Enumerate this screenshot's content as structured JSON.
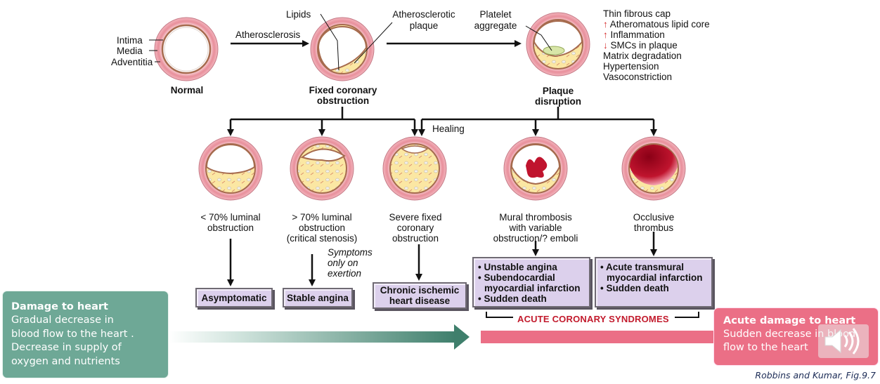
{
  "normal": {
    "intima": "Intima",
    "media": "Media",
    "adventitia": "Adventitia",
    "caption": "Normal"
  },
  "arrow_label": "Atherosclerosis",
  "fixed": {
    "lipids": "Lipids",
    "plaque": [
      "Atherosclerotic",
      "plaque"
    ],
    "caption": [
      "Fixed coronary",
      "obstruction"
    ]
  },
  "disruption": {
    "platelet": [
      "Platelet",
      "aggregate"
    ],
    "caption": [
      "Plaque",
      "disruption"
    ]
  },
  "factors": [
    {
      "arrow": "",
      "text": "Thin fibrous cap"
    },
    {
      "arrow": "up",
      "text": "Atheromatous lipid core"
    },
    {
      "arrow": "up",
      "text": "Inflammation"
    },
    {
      "arrow": "down",
      "text": "SMCs in plaque"
    },
    {
      "arrow": "",
      "text": "Matrix degradation"
    },
    {
      "arrow": "",
      "text": "Hypertension"
    },
    {
      "arrow": "",
      "text": "Vasoconstriction"
    }
  ],
  "healing": "Healing",
  "stages": [
    {
      "label": [
        "< 70% luminal",
        "obstruction"
      ],
      "outcome": [
        "Asymptomatic"
      ]
    },
    {
      "label": [
        "> 70% luminal",
        "obstruction",
        "(critical stenosis)"
      ],
      "note": [
        "Symptoms",
        "only on",
        "exertion"
      ],
      "outcome": [
        "Stable angina"
      ]
    },
    {
      "label": [
        "Severe fixed",
        "coronary",
        "obstruction"
      ],
      "outcome": [
        "Chronic ischemic",
        "heart disease"
      ]
    },
    {
      "label": [
        "Mural thrombosis",
        "with variable",
        "obstruction/? emboli"
      ],
      "outcome": [
        "• Unstable angina",
        "• Subendocardial",
        "   myocardial infarction",
        "• Sudden death"
      ]
    },
    {
      "label": [
        "Occlusive",
        "thrombus"
      ],
      "outcome": [
        "• Acute transmural",
        "   myocardial infarction",
        "• Sudden death"
      ]
    }
  ],
  "acs_label": "ACUTE CORONARY SYNDROMES",
  "green_box": {
    "title": "Damage to heart",
    "body": [
      "Gradual decrease in",
      "blood flow to the heart .",
      "Decrease in supply of",
      "oxygen and nutrients"
    ]
  },
  "pink_box": {
    "title": "Acute damage  to heart",
    "body": [
      "Sudden decrease in blood",
      "flow to the heart"
    ]
  },
  "citation": "Robbins and Kumar, Fig.9.7",
  "icons": [
    "speaker-icon"
  ],
  "colors": {
    "green": "#6ea896",
    "pink": "#eb6f86",
    "outcome_box": "#dcd0ec",
    "acs_red": "#c21a2c"
  }
}
